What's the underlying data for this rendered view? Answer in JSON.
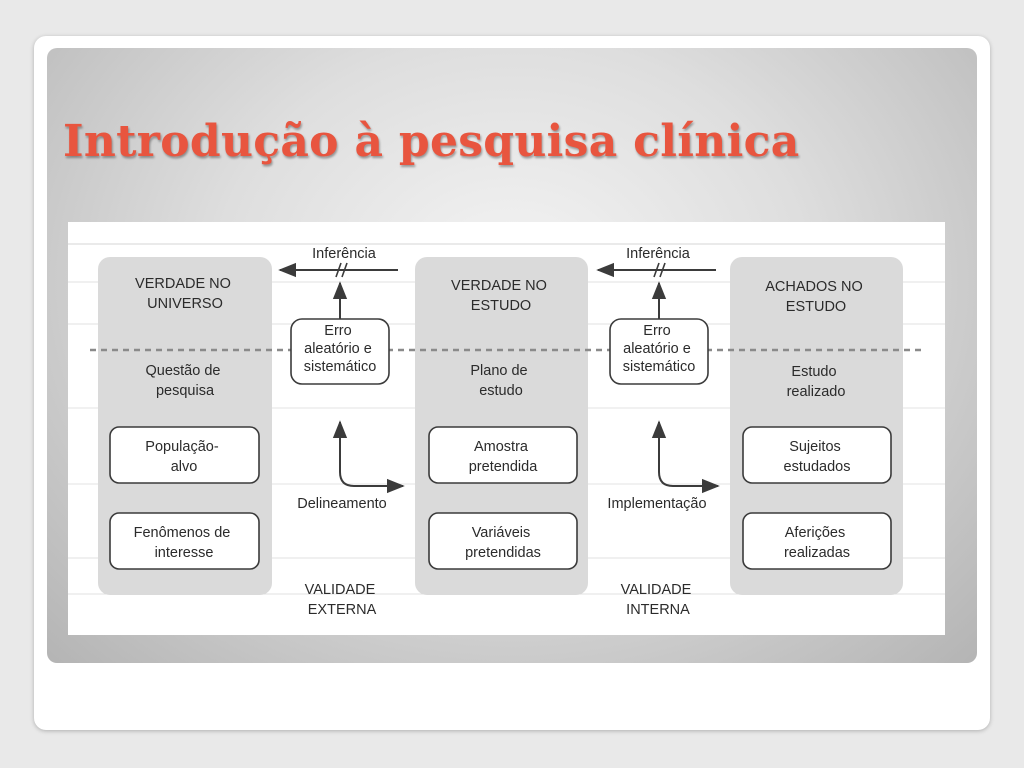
{
  "slide": {
    "title": "Introdução à pesquisa clínica"
  },
  "diagram": {
    "columns": [
      {
        "header": [
          "VERDADE NO",
          "UNIVERSO"
        ],
        "sub": [
          "Questão de",
          "pesquisa"
        ],
        "boxes": [
          [
            "População-",
            "alvo"
          ],
          [
            "Fenômenos de",
            "interesse"
          ]
        ]
      },
      {
        "header": [
          "VERDADE NO",
          "ESTUDO"
        ],
        "sub": [
          "Plano de",
          "estudo"
        ],
        "boxes": [
          [
            "Amostra",
            "pretendida"
          ],
          [
            "Variáveis",
            "pretendidas"
          ]
        ]
      },
      {
        "header": [
          "ACHADOS NO",
          "ESTUDO"
        ],
        "sub": [
          "Estudo",
          "realizado"
        ],
        "boxes": [
          [
            "Sujeitos",
            "estudados"
          ],
          [
            "Aferições",
            "realizadas"
          ]
        ]
      }
    ],
    "connectors": [
      {
        "inference": "Inferência",
        "error": [
          "Erro",
          "aleatório e",
          "sistemático"
        ],
        "step": "Delineamento",
        "validity": [
          "VALIDADE",
          "EXTERNA"
        ]
      },
      {
        "inference": "Inferência",
        "error": [
          "Erro",
          "aleatório e",
          "sistemático"
        ],
        "step": "Implementação",
        "validity": [
          "VALIDADE",
          "INTERNA"
        ]
      }
    ]
  },
  "colors": {
    "title": "#e8553f",
    "column_bg": "#dadada",
    "ink": "#2b2b2b"
  }
}
